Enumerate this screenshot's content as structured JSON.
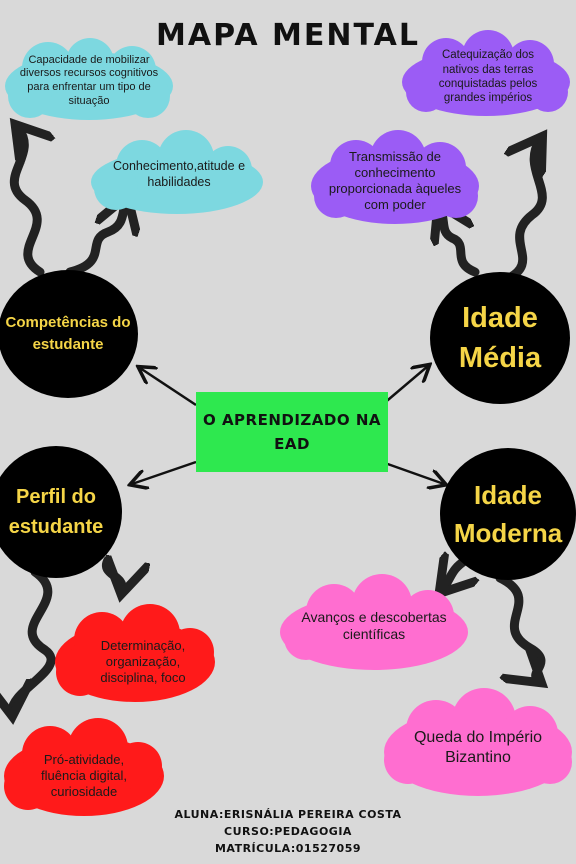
{
  "title": "MAPA MENTAL",
  "center": {
    "line1": "O APRENDIZADO NA",
    "line2": "EAD"
  },
  "nodes": {
    "competencias": {
      "line1": "Competências do",
      "line2": "estudante"
    },
    "idade_media": {
      "line1": "Idade",
      "line2": "Média"
    },
    "perfil": {
      "line1": "Perfil do",
      "line2": "estudante"
    },
    "idade_moderna": {
      "line1": "Idade",
      "line2": "Moderna"
    }
  },
  "clouds": {
    "capacidade": "Capacidade de mobilizar diversos recursos cognitivos para enfrentar um tipo de situação",
    "conhecimento": "Conhecimento,atitude e habilidades",
    "catequizacao": "Catequização dos nativos das terras conquistadas pelos grandes impérios",
    "transmissao": "Transmissão de conhecimento proporcionada àqueles com poder",
    "determinacao": "Determinação, organização, disciplina, foco",
    "proatividade": "Pró-atividade, fluência digital, curiosidade",
    "avancos": "Avanços e descobertas científicas",
    "queda": "Queda do Império Bizantino"
  },
  "footer": {
    "aluna": "ALUNA:ERISNÁLIA PEREIRA COSTA",
    "curso": "CURSO:PEDAGOGIA",
    "matricula": "MATRÍCULA:01527059"
  },
  "colors": {
    "background": "#d9d9d9",
    "center": "#2ee84f",
    "node_fill": "#000000",
    "node_text": "#f5d547",
    "cloud_cyan": "#7dd8e0",
    "cloud_purple": "#9b5cf5",
    "cloud_red": "#ff1a1a",
    "cloud_pink": "#ff6ed0"
  }
}
